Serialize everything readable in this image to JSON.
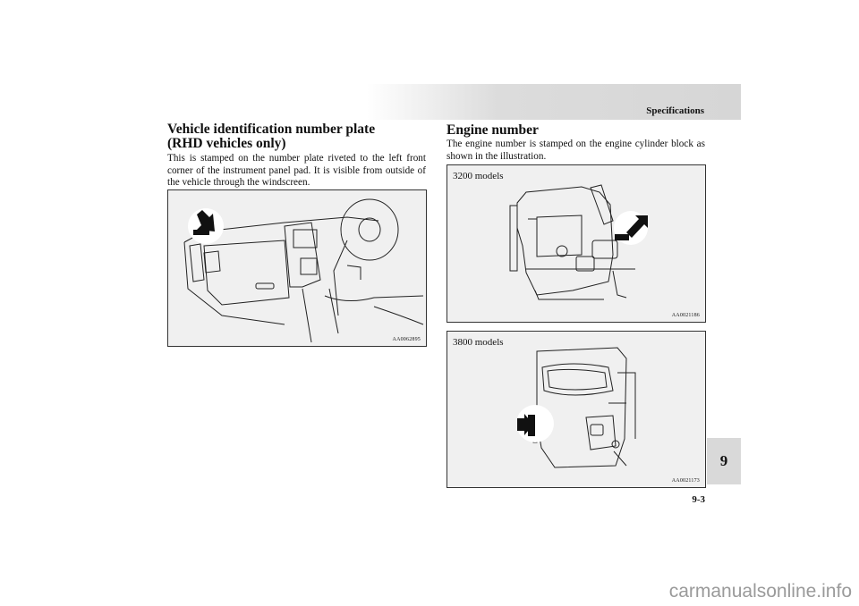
{
  "header": {
    "title": "Specifications"
  },
  "left": {
    "title_line1": "Vehicle identification number plate",
    "title_line2": "(RHD vehicles only)",
    "body": "This is stamped on the number plate riveted to the left front corner of the instrument panel pad. It is visible from outside of the vehicle through the windscreen.",
    "figure_code": "AA0062895"
  },
  "right": {
    "title": "Engine number",
    "body": "The engine number is stamped on the engine cylinder block as shown in the illustration.",
    "figure1": {
      "label": "3200 models",
      "code": "AA0021186"
    },
    "figure2": {
      "label": "3800 models",
      "code": "AA0021173"
    }
  },
  "chapter_tab": "9",
  "page_number": "9-3",
  "watermark": "carmanualsonline.info",
  "icons": [
    "arrow-marker-icon"
  ]
}
